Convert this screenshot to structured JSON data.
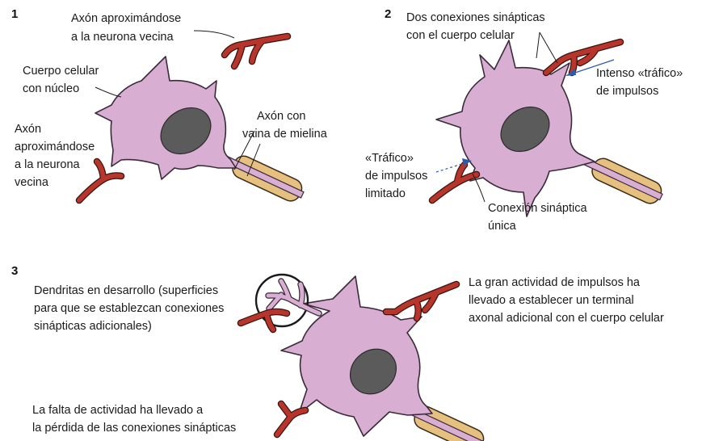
{
  "panel1": {
    "number": "1",
    "axon_top": [
      "Axón aproximándose",
      "a la neurona vecina"
    ],
    "cell_body": [
      "Cuerpo celular",
      "con núcleo"
    ],
    "axon_left": [
      "Axón",
      "aproximándose",
      "a la neurona",
      "vecina"
    ],
    "myelin": [
      "Axón con",
      "vaina de mielina"
    ]
  },
  "panel2": {
    "number": "2",
    "two_connections": [
      "Dos conexiones sinápticas",
      "con el cuerpo celular"
    ],
    "intense_traffic": [
      "Intenso «tráfico»",
      "de impulsos"
    ],
    "limited_traffic": [
      "«Tráfico»",
      "de impulsos",
      "limitado"
    ],
    "single_connection": [
      "Conexión sináptica",
      "única"
    ]
  },
  "panel3": {
    "number": "3",
    "dendrites": [
      "Dendritas en desarrollo (superficies",
      "para que se establezcan conexiones",
      "sinápticas adicionales)"
    ],
    "great_activity": [
      "La gran actividad de impulsos ha",
      "llevado a establecer un terminal",
      "axonal adicional con el cuerpo celular"
    ],
    "lack_activity": [
      "La falta de actividad ha llevado a",
      "la pérdida de las conexiones sinápticas"
    ]
  },
  "colors": {
    "cell": "#d9aed3",
    "nucleus": "#5b5b5b",
    "axon_terminal": "#b7352a",
    "myelin": "#e6c07e",
    "arrow": "#2f5aa8"
  }
}
